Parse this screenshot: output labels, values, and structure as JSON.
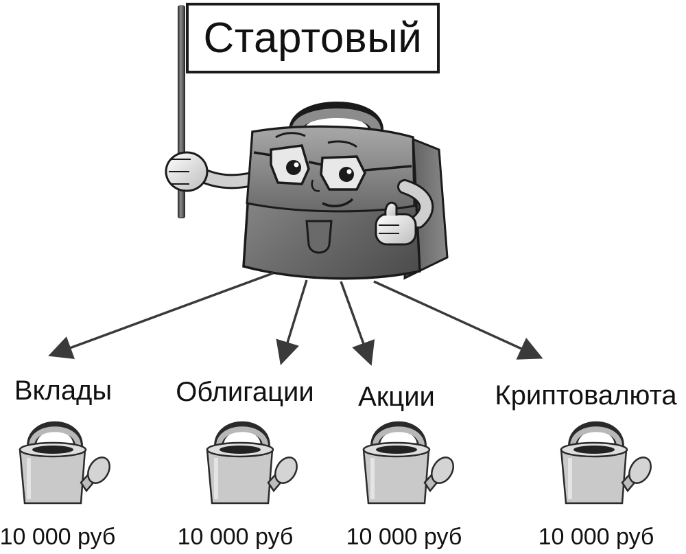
{
  "sign": {
    "text": "Стартовый"
  },
  "branches": [
    {
      "label": "Вклады",
      "amount": "10 000 руб"
    },
    {
      "label": "Облигации",
      "amount": "10 000 руб"
    },
    {
      "label": "Акции",
      "amount": "10 000 руб"
    },
    {
      "label": "Криптовалюта",
      "amount": "10 000 руб"
    }
  ]
}
